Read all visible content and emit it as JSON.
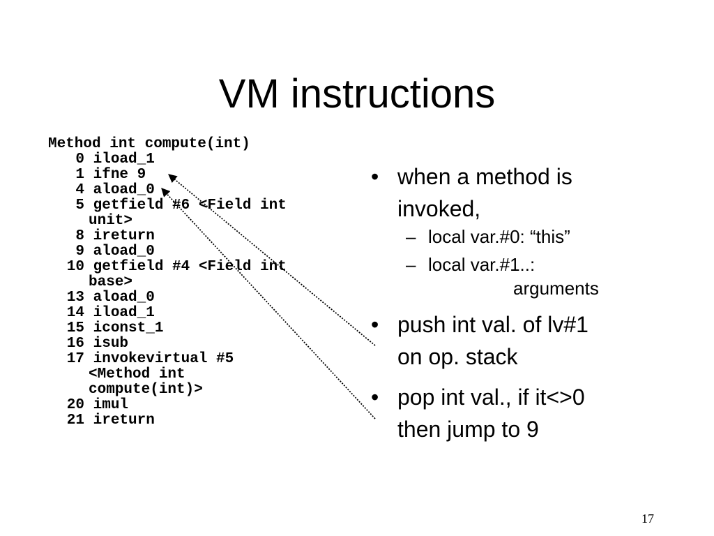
{
  "title": "VM instructions",
  "code": {
    "header": "Method int compute(int)",
    "lines": [
      {
        "num": "0",
        "text": "iload_1"
      },
      {
        "num": "1",
        "text": "ifne 9"
      },
      {
        "num": "4",
        "text": "aload_0"
      },
      {
        "num": "5",
        "text": "getfield #6 <Field int",
        "cont": "unit>"
      },
      {
        "num": "8",
        "text": "ireturn"
      },
      {
        "num": "9",
        "text": "aload_0"
      },
      {
        "num": "10",
        "text": "getfield #4 <Field int",
        "cont": "base>"
      },
      {
        "num": "13",
        "text": "aload_0"
      },
      {
        "num": "14",
        "text": "iload_1"
      },
      {
        "num": "15",
        "text": "iconst_1"
      },
      {
        "num": "16",
        "text": "isub"
      },
      {
        "num": "17",
        "text": "invokevirtual #5",
        "cont": "<Method int",
        "cont2": "compute(int)>"
      },
      {
        "num": "20",
        "text": "imul"
      },
      {
        "num": "21",
        "text": "ireturn"
      }
    ]
  },
  "bullets": {
    "b1": {
      "marker": "•",
      "line1": "when a method is",
      "line2": "invoked,"
    },
    "b1_sub1": {
      "marker": "–",
      "text": "local var.#0: “this”"
    },
    "b1_sub2": {
      "marker": "–",
      "line1": "local var.#1..:",
      "line2": "arguments"
    },
    "b2": {
      "marker": "•",
      "line1": "push int val. of lv#1",
      "line2": "on op. stack"
    },
    "b3": {
      "marker": "•",
      "line1": "pop int val., if it<>0",
      "line2": "then jump to 9"
    }
  },
  "slide_number": "17"
}
